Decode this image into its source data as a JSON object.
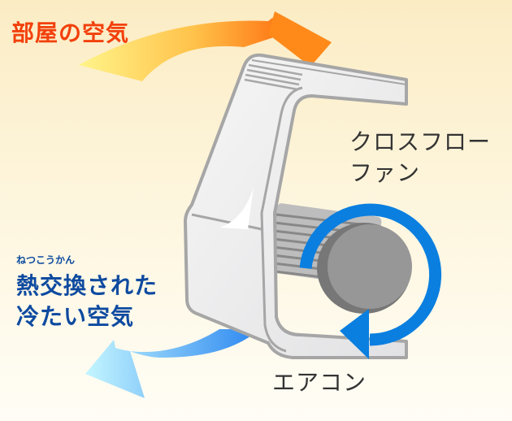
{
  "labels": {
    "room_air": "部屋の空気",
    "furigana": "ねつこうかん",
    "cooled_air_line1": "熱交換された",
    "cooled_air_line2": "冷たい空気",
    "cross_flow_fan_line1": "クロスフロー",
    "cross_flow_fan_line2": "ファン",
    "air_conditioner": "エアコン"
  },
  "colors": {
    "warm_arrow_start": "#fff48a",
    "warm_arrow_end": "#ff7010",
    "cool_arrow_start": "#c4f6ff",
    "cool_arrow_end": "#2a86f0",
    "rotation_arrow": "#0a7fe0",
    "room_air_text": "#f2400c",
    "cooled_air_text": "#0d4aa0",
    "label_text": "#333333"
  }
}
